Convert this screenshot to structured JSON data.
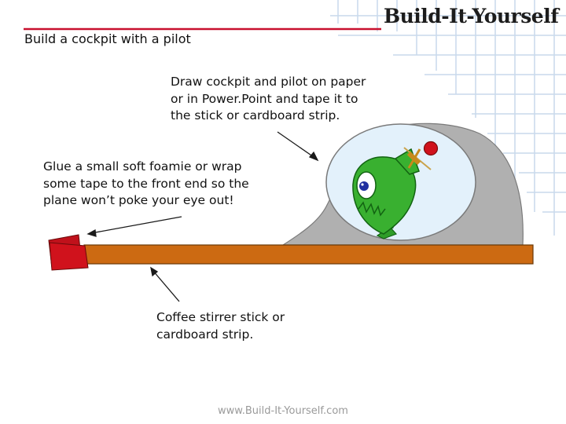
{
  "header": {
    "title": "Build a cockpit with a pilot",
    "logo_text": "Build-It-Yourself",
    "rule_color": "#c8102e"
  },
  "notes": {
    "cockpit": "Draw cockpit and pilot on paper\nor in Power.Point and tape it to\nthe stick or cardboard strip.",
    "foam": "Glue a small soft foamie or wrap\nsome tape to the front end so the\nplane won’t poke your eye out!",
    "stick": "Coffee stirrer stick or\ncardboard strip."
  },
  "footer": {
    "url": "www.Build-It-Yourself.com"
  },
  "colors": {
    "stick": "#cc6a12",
    "foam_block": "#d0121c",
    "cockpit_shell": "#b0b0b0",
    "canopy": "#e3f1fb",
    "pilot": "#39b030"
  },
  "icons": [
    "logo-grid-icon",
    "pilot-icon",
    "arrow-icon"
  ]
}
